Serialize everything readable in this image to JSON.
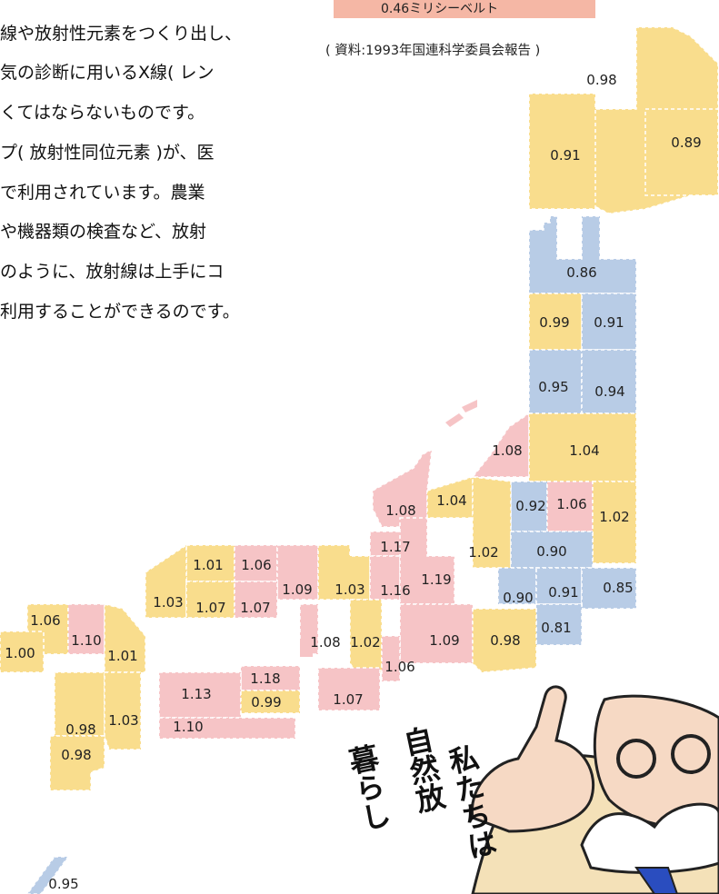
{
  "paragraph_lines": [
    "線や放射性元素をつくり出し、",
    "気の診断に用いるX線( レン",
    "くてはならないものです。",
    "プ( 放射性同位元素 )が、医",
    "で利用されています。農業",
    "や機器類の検査など、放射",
    "のように、放射線は上手にコ",
    "利用することができるのです。"
  ],
  "legend_value": "0.46ミリシーベルト",
  "source_note": "( 資料:1993年国連科学委員会報告 )",
  "colors": {
    "low": "#b8cce6",
    "mid": "#f9dd8d",
    "high": "#f6c4c6",
    "legend": "#f5b7a5"
  },
  "map_values": [
    {
      "value": "0.98",
      "band": "mid"
    },
    {
      "value": "0.91",
      "band": "mid"
    },
    {
      "value": "0.89",
      "band": "mid"
    },
    {
      "value": "0.86",
      "band": "low"
    },
    {
      "value": "0.99",
      "band": "mid"
    },
    {
      "value": "0.91",
      "band": "low"
    },
    {
      "value": "0.95",
      "band": "low"
    },
    {
      "value": "0.94",
      "band": "low"
    },
    {
      "value": "1.08",
      "band": "high"
    },
    {
      "value": "1.04",
      "band": "mid"
    },
    {
      "value": "1.08",
      "band": "high"
    },
    {
      "value": "1.04",
      "band": "mid"
    },
    {
      "value": "0.92",
      "band": "low"
    },
    {
      "value": "1.06",
      "band": "high"
    },
    {
      "value": "1.02",
      "band": "mid"
    },
    {
      "value": "1.17",
      "band": "high"
    },
    {
      "value": "1.02",
      "band": "mid"
    },
    {
      "value": "0.90",
      "band": "low"
    },
    {
      "value": "1.01",
      "band": "mid"
    },
    {
      "value": "1.06",
      "band": "high"
    },
    {
      "value": "1.09",
      "band": "high"
    },
    {
      "value": "1.03",
      "band": "mid"
    },
    {
      "value": "1.16",
      "band": "high"
    },
    {
      "value": "1.19",
      "band": "high"
    },
    {
      "value": "0.90",
      "band": "low"
    },
    {
      "value": "0.91",
      "band": "low"
    },
    {
      "value": "0.85",
      "band": "low"
    },
    {
      "value": "1.03",
      "band": "mid"
    },
    {
      "value": "1.07",
      "band": "mid"
    },
    {
      "value": "1.07",
      "band": "high"
    },
    {
      "value": "0.81",
      "band": "low"
    },
    {
      "value": "1.06",
      "band": "mid"
    },
    {
      "value": "1.10",
      "band": "high"
    },
    {
      "value": "1.00",
      "band": "mid"
    },
    {
      "value": "1.01",
      "band": "mid"
    },
    {
      "value": "1.08",
      "band": "high"
    },
    {
      "value": "1.02",
      "band": "mid"
    },
    {
      "value": "1.09",
      "band": "high"
    },
    {
      "value": "0.98",
      "band": "mid"
    },
    {
      "value": "1.06",
      "band": "high"
    },
    {
      "value": "1.18",
      "band": "high"
    },
    {
      "value": "1.13",
      "band": "high"
    },
    {
      "value": "0.99",
      "band": "mid"
    },
    {
      "value": "1.07",
      "band": "high"
    },
    {
      "value": "0.98",
      "band": "mid"
    },
    {
      "value": "1.03",
      "band": "mid"
    },
    {
      "value": "0.98",
      "band": "mid"
    },
    {
      "value": "1.10",
      "band": "high"
    },
    {
      "value": "0.95",
      "band": "low"
    }
  ],
  "vertical_text": [
    "私たちは",
    "自然放",
    "暮らし"
  ]
}
